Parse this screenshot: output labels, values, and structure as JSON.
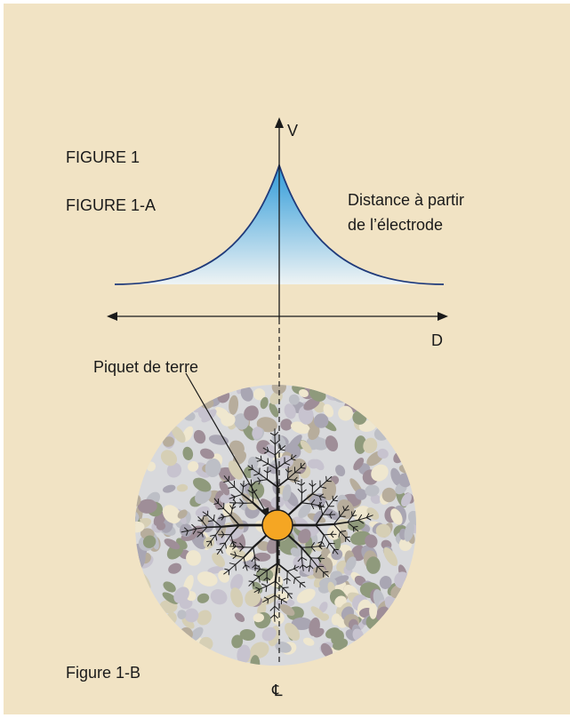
{
  "labels": {
    "figure1": "FIGURE 1",
    "figure1a": "FIGURE 1-A",
    "distance_line1": "Distance à partir",
    "distance_line2": "de l’électrode",
    "axis_v": "V",
    "axis_d": "D",
    "piquet": "Piquet de terre",
    "figure1b": "Figure 1-B",
    "centerline": "℄"
  },
  "colors": {
    "background": "#f1e3c4",
    "curve": "#1f3a7a",
    "fill_top": "#2f9bd9",
    "fill_bottom": "#eef3f4",
    "soil": "#d8d9dc",
    "electrode": "#f5a623",
    "roots": "#1a1a1a"
  }
}
